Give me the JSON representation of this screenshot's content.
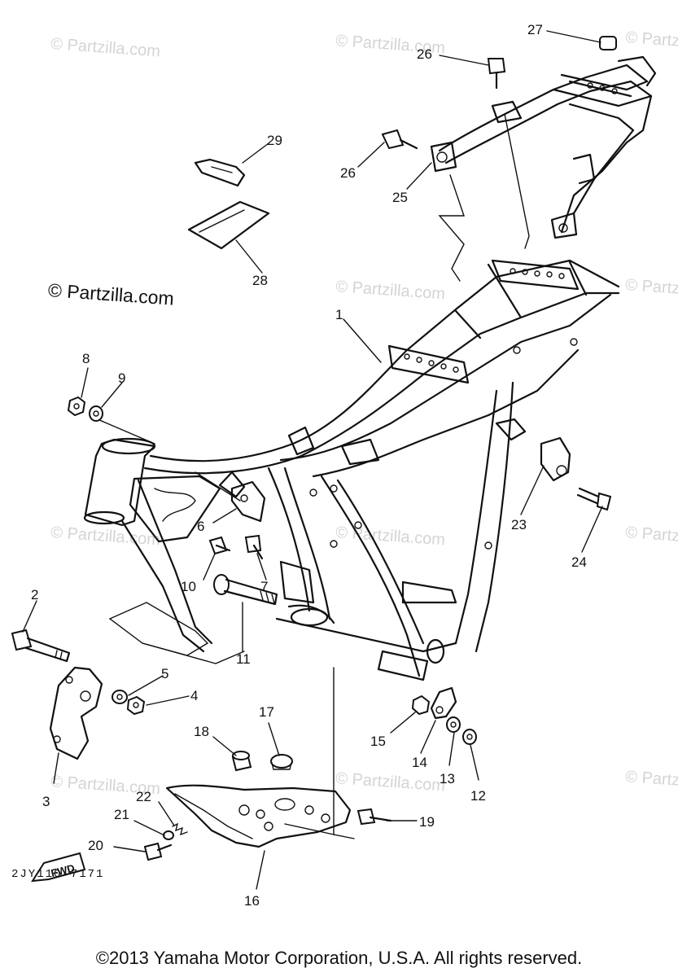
{
  "watermark": "© Partzilla.com",
  "diagram_code": "2JY110-7171",
  "copyright": "©2013  Yamaha Motor Corporation, U.S.A. All rights reserved.",
  "fwd_label": "FWD",
  "callouts": {
    "p1": "1",
    "p2": "2",
    "p3": "3",
    "p4": "4",
    "p5": "5",
    "p6": "6",
    "p7": "7",
    "p8": "8",
    "p9": "9",
    "p10": "10",
    "p11": "11",
    "p12": "12",
    "p13": "13",
    "p14": "14",
    "p15": "15",
    "p16": "16",
    "p17": "17",
    "p18": "18",
    "p19": "19",
    "p20": "20",
    "p21": "21",
    "p22": "22",
    "p23": "23",
    "p24": "24",
    "p25": "25",
    "p26a": "26",
    "p26b": "26",
    "p27": "27",
    "p28": "28",
    "p29": "29"
  }
}
